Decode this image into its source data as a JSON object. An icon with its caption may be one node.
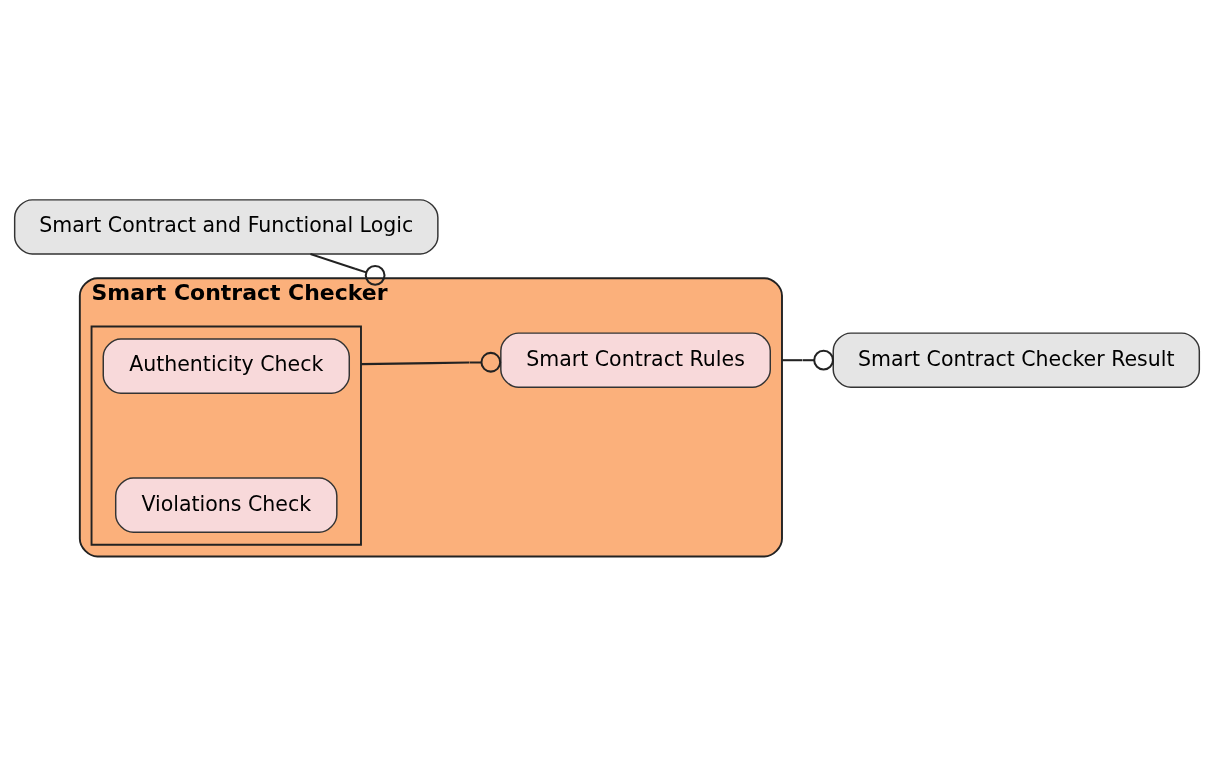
{
  "diagram": {
    "nodes": [
      {
        "text": [
          "Smart Contract and Functional Logic"
        ]
      },
      {
        "text": [
          "Smart Contract Checker"
        ]
      },
      {
        "text": [],
        "shape": "box",
        "in": 1
      },
      {
        "text": [
          "Authenticity Check"
        ],
        "in": 2
      },
      {
        "text": [
          "Violations Check"
        ],
        "in": 2
      },
      {
        "text": [
          "Smart Contract Rules"
        ],
        "in": 1
      },
      {
        "text": [
          "Smart Contract Checker Result"
        ]
      }
    ],
    "edges": [
      {
        "from": 0,
        "to": 1,
        "arrow": "other"
      },
      {
        "from": 2,
        "to": 5,
        "arrow": "other"
      },
      {
        "from": 1,
        "to": 6,
        "arrow": "other"
      }
    ]
  }
}
